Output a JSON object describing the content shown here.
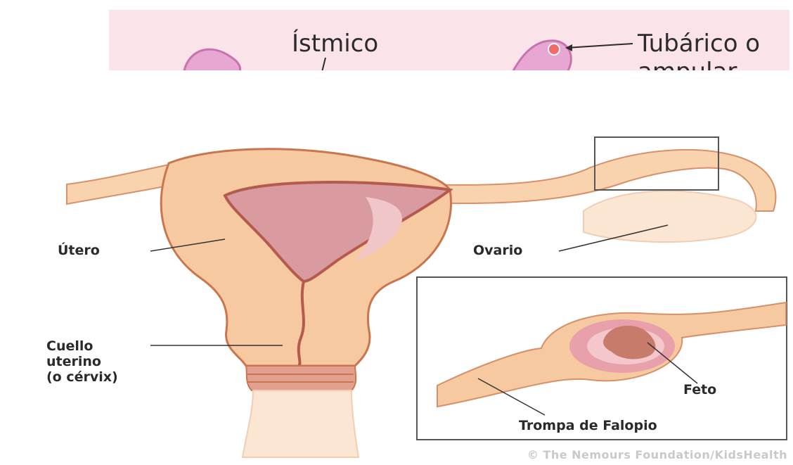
{
  "background_slide": {
    "label_istmico": "Ístmico",
    "label_tubarico_line1": "Tubárico o",
    "label_tubarico_line2": "ampular"
  },
  "diagram": {
    "labels": {
      "utero": "Útero",
      "ovario": "Ovario",
      "cuello": "Cuello\nuterino\n(o cérvix)",
      "feto": "Feto",
      "trompa": "Trompa de Falopio"
    },
    "credit": "© The Nemours Foundation/KidsHealth"
  },
  "colors": {
    "background_pink": "#fbe3ea",
    "tissue": "#f6c9a0",
    "tissue_outline": "#c9764f",
    "cavity": "#d99aa0",
    "inset_border": "#555555"
  }
}
